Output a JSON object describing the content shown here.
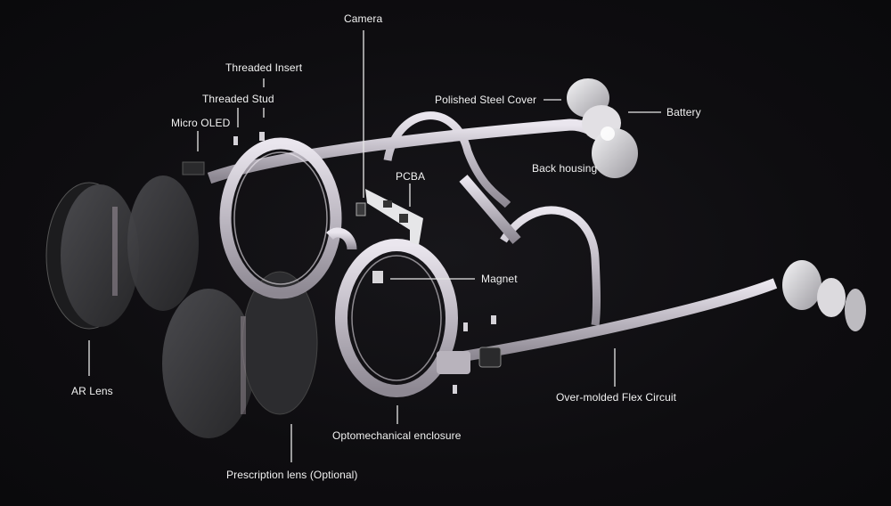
{
  "labels": {
    "camera": "Camera",
    "threaded_insert": "Threaded Insert",
    "threaded_stud": "Threaded Stud",
    "micro_oled": "Micro OLED",
    "polished_steel_cover": "Polished Steel Cover",
    "battery": "Battery",
    "pcba": "PCBA",
    "back_housing": "Back housing",
    "magnet": "Magnet",
    "ar_lens": "AR Lens",
    "over_molded_flex_circuit": "Over-molded Flex Circuit",
    "optomechanical_enclosure": "Optomechanical enclosure",
    "prescription_lens": "Prescription lens (Optional)"
  },
  "colors": {
    "background": "#0d0c0e",
    "frame": "#c9c5cc",
    "lens": "#3a3a3d",
    "label": "#f2f2f2"
  }
}
